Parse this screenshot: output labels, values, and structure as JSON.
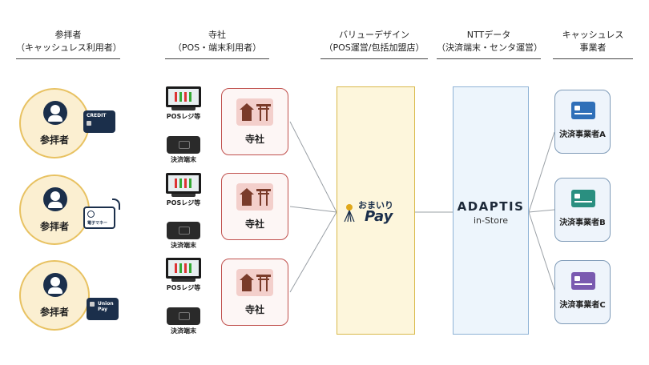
{
  "headers": {
    "col1": {
      "line1": "参拝者",
      "line2": "（キャッシュレス利用者）"
    },
    "col2": {
      "line1": "寺社",
      "line2": "（POS・端末利用者）"
    },
    "col3": {
      "line1": "バリューデザイン",
      "line2": "（POS運営/包括加盟店）"
    },
    "col4": {
      "line1": "NTTデータ",
      "line2": "（決済端末・センタ運営）"
    },
    "col5": {
      "line1": "キャッシュレス",
      "line2": "事業者"
    }
  },
  "worshipers": [
    {
      "label": "参拝者",
      "card": "CREDIT",
      "card_icon": "credit-card-icon"
    },
    {
      "label": "参拝者",
      "card": "電子マネー",
      "card_icon": "e-money-card-icon"
    },
    {
      "label": "参拝者",
      "card": "Union Pay",
      "card_icon": "unionpay-card-icon"
    }
  ],
  "terminals": {
    "pos_label": "POSレジ等",
    "reader_label": "決済端末"
  },
  "temples": [
    {
      "label": "寺社",
      "icon": "shrine-temple-icon"
    },
    {
      "label": "寺社",
      "icon": "shrine-temple-icon"
    },
    {
      "label": "寺社",
      "icon": "shrine-temple-icon"
    }
  ],
  "omairi": {
    "line1": "おまいり",
    "line2": "Pay"
  },
  "adaptis": {
    "line1": "ADAPTIS",
    "line2": "in-Store"
  },
  "providers": [
    {
      "label": "決済事業者A",
      "color": "#2f6fb8"
    },
    {
      "label": "決済事業者B",
      "color": "#2a8f80"
    },
    {
      "label": "決済事業者C",
      "color": "#7a5ab0"
    }
  ],
  "colors": {
    "worshiper_fill": "#fbefd1",
    "worshiper_border": "#e8c262",
    "temple_border": "#c0504d",
    "value_design_fill": "#fdf6dc",
    "value_design_border": "#d9b94a",
    "ntt_fill": "#edf5fc",
    "ntt_border": "#8fb3d6",
    "provider_border": "#7f9bb8"
  }
}
